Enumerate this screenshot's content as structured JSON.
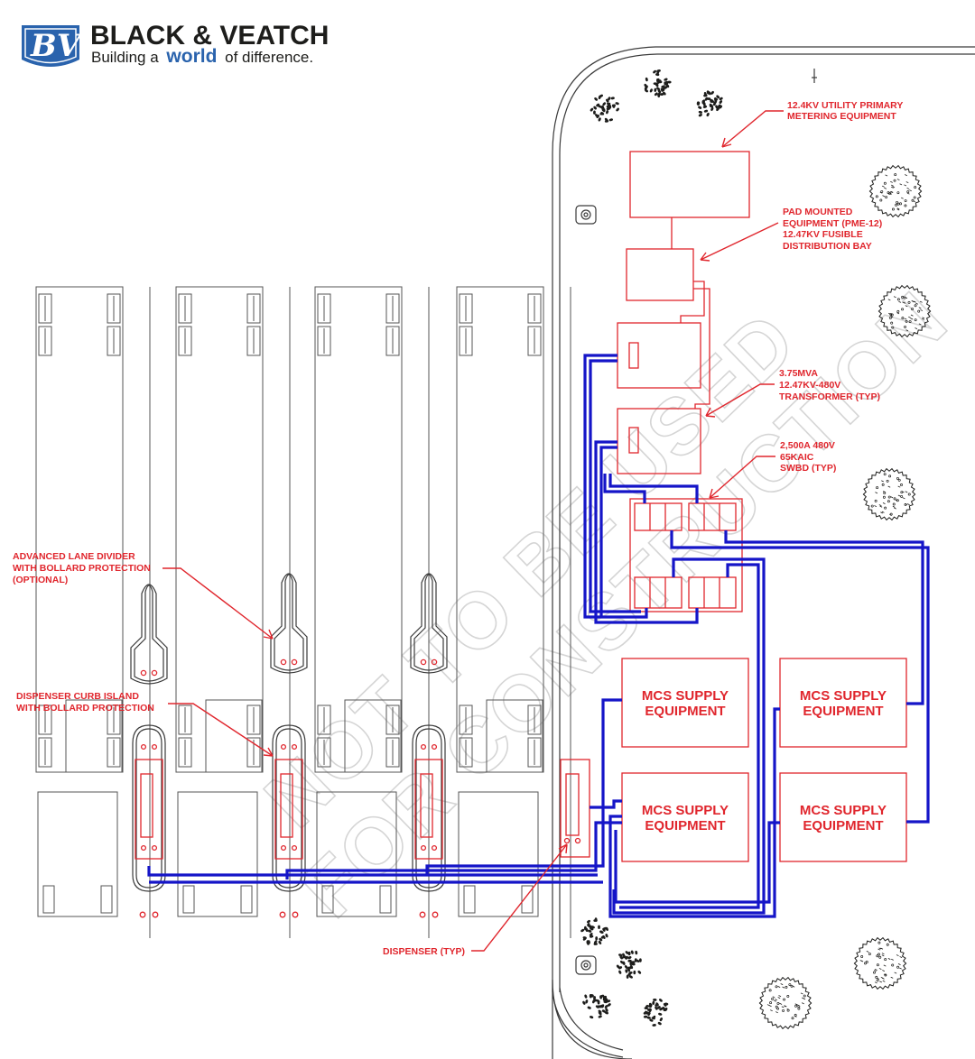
{
  "brand": {
    "logo_letters": "BV",
    "name": "BLACK & VEATCH",
    "tagline_before": "Building a",
    "tagline_emph": "world",
    "tagline_after": "of difference",
    "color_blue": "#2a63ad",
    "icon": "bv-logo-icon"
  },
  "watermark": {
    "line1": "NOT TO BE USED",
    "line2": "FOR CONSTRUCTION"
  },
  "callouts": {
    "utility_metering": [
      "12.4KV UTILITY PRIMARY",
      "METERING EQUIPMENT"
    ],
    "pad_mounted": [
      "PAD MOUNTED",
      "EQUIPMENT (PME-12)",
      "12.47KV FUSIBLE",
      "DISTRIBUTION BAY"
    ],
    "transformer": [
      "3.75MVA",
      "12.47KV-480V",
      "TRANSFORMER (TYP)"
    ],
    "swbd": [
      "2,500A 480V",
      "65KAIC",
      "SWBD (TYP)"
    ],
    "lane_divider": [
      "ADVANCED LANE DIVIDER",
      "WITH BOLLARD PROTECTION",
      "(OPTIONAL)"
    ],
    "curb_island": [
      "DISPENSER CURB ISLAND",
      "WITH BOLLARD PROTECTION"
    ],
    "dispenser": [
      "DISPENSER (TYP)"
    ]
  },
  "mcs_units": [
    [
      "MCS SUPPLY",
      "EQUIPMENT"
    ],
    [
      "MCS SUPPLY",
      "EQUIPMENT"
    ],
    [
      "MCS SUPPLY",
      "EQUIPMENT"
    ],
    [
      "MCS SUPPLY",
      "EQUIPMENT"
    ]
  ],
  "colors": {
    "equipment_red": "#e0262d",
    "cable_blue": "#1515c8",
    "linework": "#3a3a3a",
    "watermark_gray": "#c8c8c8"
  }
}
